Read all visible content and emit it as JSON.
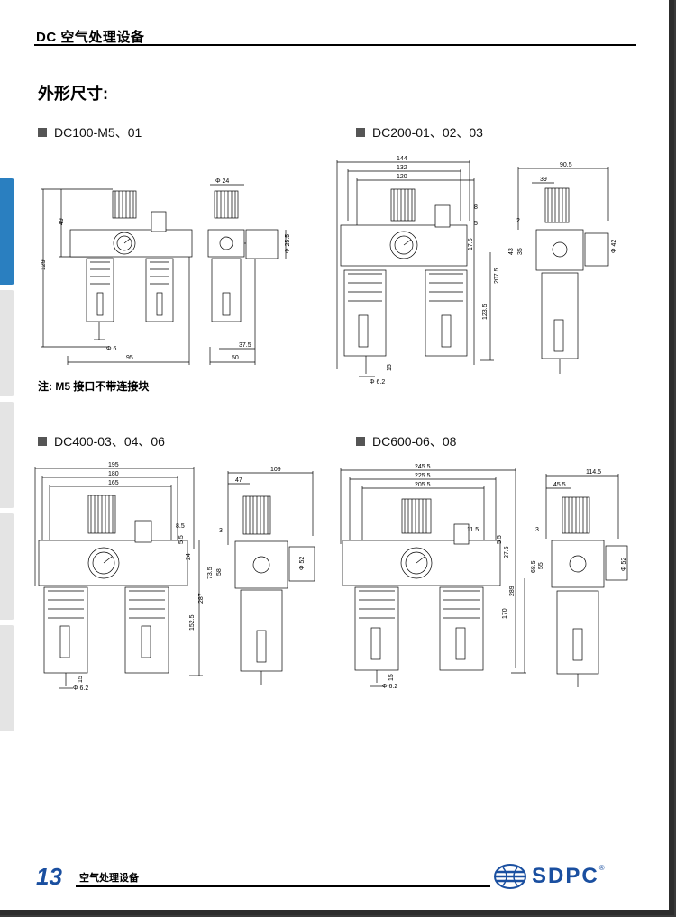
{
  "header": {
    "title": "DC 空气处理设备"
  },
  "section": {
    "title": "外形尺寸:"
  },
  "models": [
    {
      "label": "DC100-M5、01"
    },
    {
      "label": "DC200-01、02、03"
    },
    {
      "label": "DC400-03、04、06"
    },
    {
      "label": "DC600-06、08"
    }
  ],
  "note": "注: M5 接口不带连接块",
  "dims": {
    "dc100": {
      "w95": "95",
      "h129": "129",
      "h49": "49",
      "phi6": "Φ 6",
      "phi24": "Φ 24",
      "phi255": "Φ 25.5",
      "d375": "37.5",
      "d50": "50"
    },
    "dc200": {
      "w144": "144",
      "w132": "132",
      "w120": "120",
      "d8": "8",
      "d5": "5",
      "d175": "17.5",
      "h2075": "207.5",
      "h1235": "123.5",
      "d15": "15",
      "phi62": "Φ 6.2",
      "d905": "90.5",
      "d39": "39",
      "d2": "2",
      "d43": "43",
      "d35": "35",
      "phi42": "Φ 42"
    },
    "dc400": {
      "w195": "195",
      "w180": "180",
      "w165": "165",
      "d85": "8.5",
      "d55": "5.5",
      "d24": "24",
      "h287": "287",
      "h1525": "152.5",
      "d15": "15",
      "phi62": "Φ 6.2",
      "d109": "109",
      "d47": "47",
      "d3": "3",
      "d735": "73.5",
      "d58": "58",
      "phi52": "Φ 52"
    },
    "dc600": {
      "w2455": "245.5",
      "w2255": "225.5",
      "w2055": "205.5",
      "d115": "11.5",
      "d55": "5.5",
      "d275": "27.5",
      "h289": "289",
      "h170": "170",
      "d15": "15",
      "phi62": "Φ 6.2",
      "d1145": "114.5",
      "d455": "45.5",
      "d3": "3",
      "d685": "68.5",
      "d55b": "55",
      "phi52": "Φ 52"
    }
  },
  "footer": {
    "page_number": "13",
    "text": "空气处理设备",
    "logo": "SDPC",
    "reg": "®"
  },
  "colors": {
    "accent_blue": "#2a7fc0",
    "logo_blue": "#1a4fa0"
  }
}
